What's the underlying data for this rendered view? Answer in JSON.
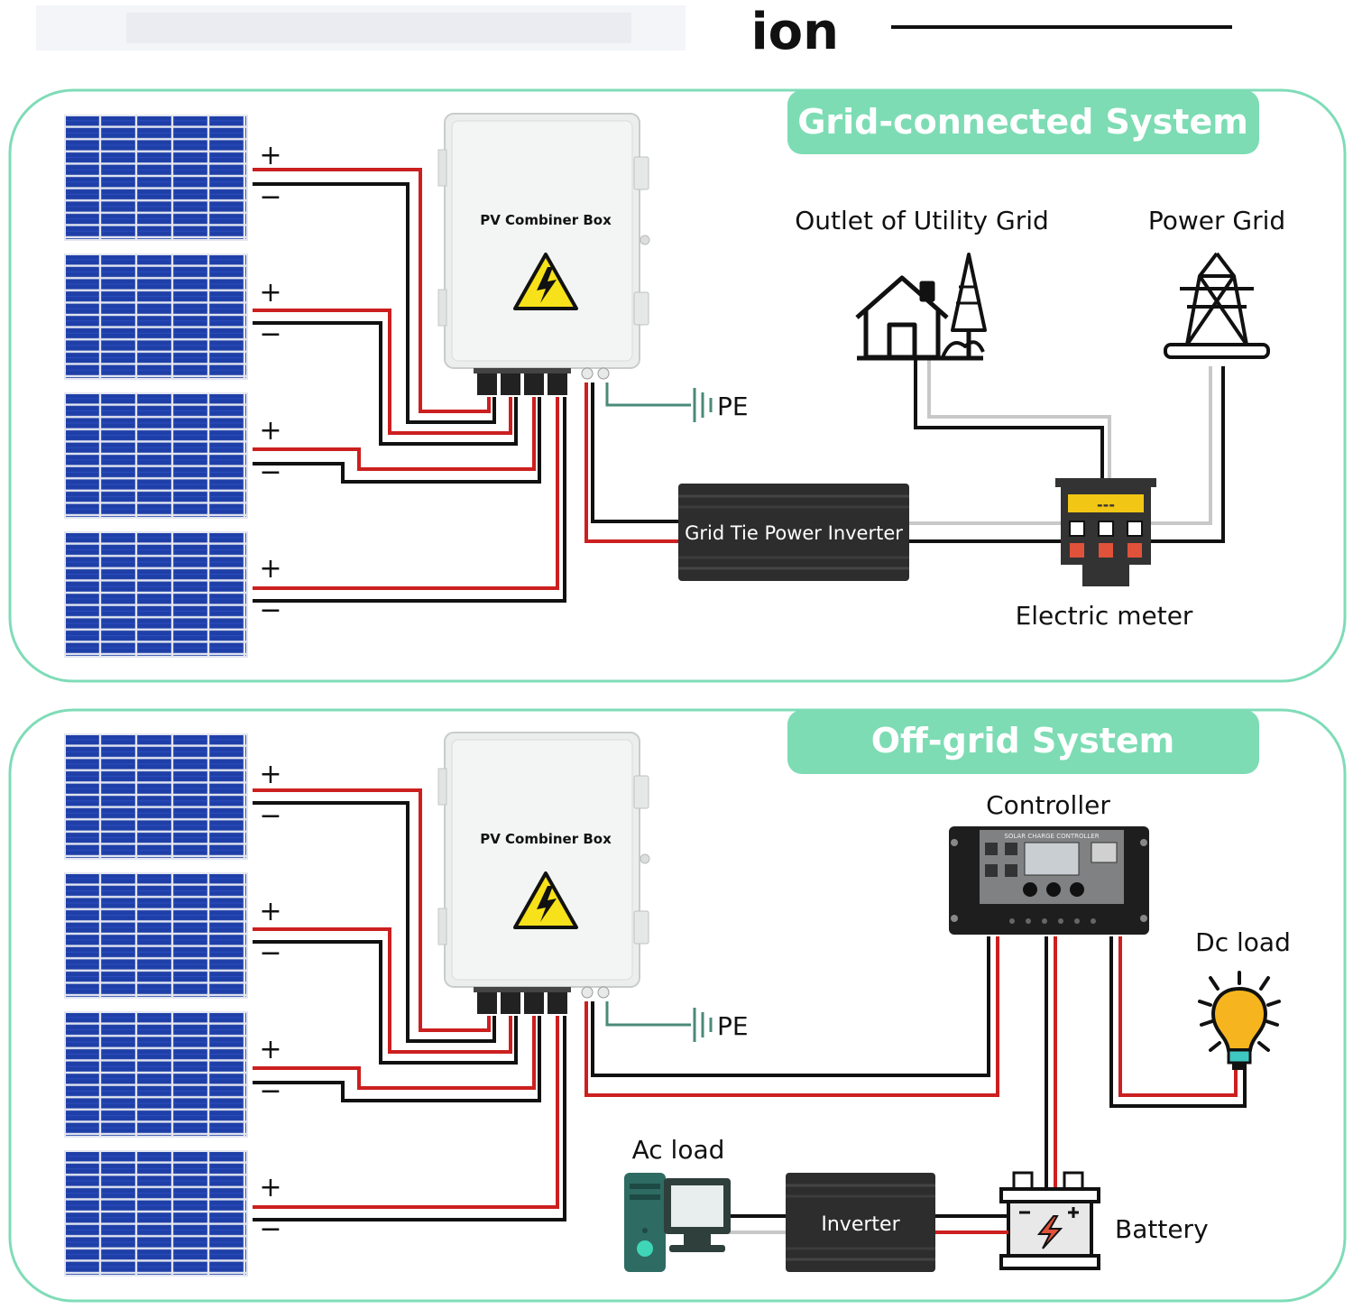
{
  "header": {
    "title_visible": "ion"
  },
  "grid_connected": {
    "title": "Grid-connected System",
    "combiner_label": "PV Combiner Box",
    "pe_label": "PE",
    "inverter_label": "Grid Tie Power Inverter",
    "utility_outlet_label": "Outlet of Utility Grid",
    "power_grid_label": "Power Grid",
    "meter_label": "Electric meter",
    "meter_display": "---"
  },
  "off_grid": {
    "title": "Off-grid System",
    "combiner_label": "PV Combiner Box",
    "pe_label": "PE",
    "controller_label": "Controller",
    "controller_panel_text": "SOLAR CHARGE CONTROLLER",
    "dc_load_label": "Dc load",
    "ac_load_label": "Ac load",
    "inverter_label": "Inverter",
    "battery_label": "Battery"
  },
  "polarity": {
    "plus": "+",
    "minus": "−"
  },
  "colors": {
    "section_border": "#7fdcb8",
    "section_header": "#7ddcb4",
    "positive_wire": "#cc1f1f",
    "negative_wire": "#111111",
    "ground_wire": "#4a8a78",
    "ac_wire": "#c8c8c8",
    "solar_cell": "#1f3fa8",
    "warning_yellow": "#f6e11a"
  }
}
